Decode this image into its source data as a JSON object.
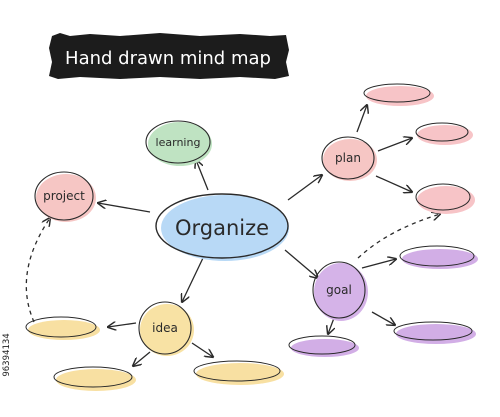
{
  "title": "Hand drawn mind map",
  "colors": {
    "ink": "#2a2a2a",
    "title_bg": "#1c1c1c",
    "center": "#b8d9f6",
    "learning": "#bfe3c2",
    "project": "#f6c6c4",
    "plan": "#f6c6c4",
    "goal": "#d5b3e8",
    "idea": "#f8e2a4",
    "leaf_pink": "#f7c4c7",
    "leaf_purple": "#d2aee6",
    "leaf_yellow": "#f8e0a2"
  },
  "nodes": {
    "center": "Organize",
    "learning": "learning",
    "project": "project",
    "plan": "plan",
    "goal": "goal",
    "idea": "idea"
  },
  "stock_id": "96394134"
}
